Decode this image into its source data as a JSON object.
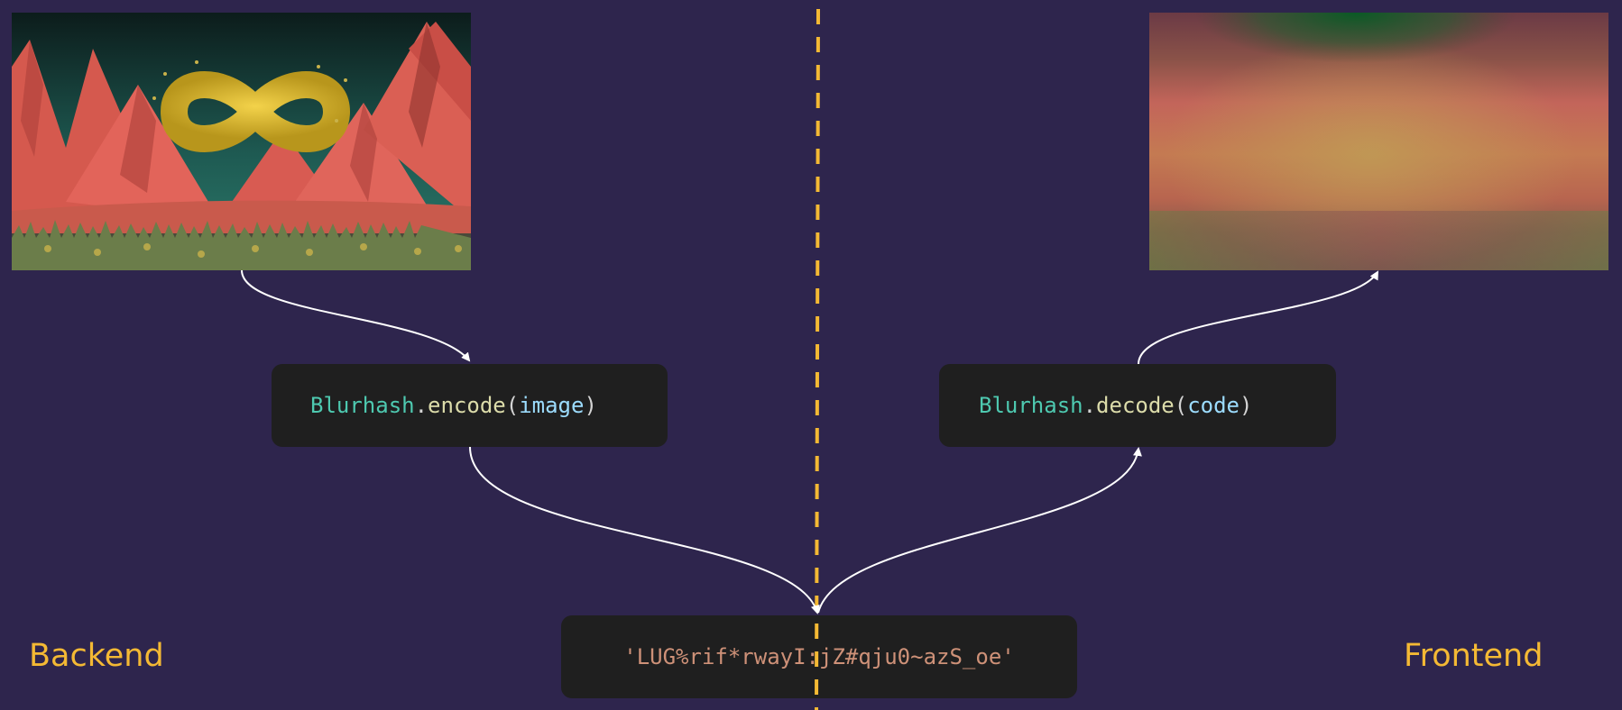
{
  "code": {
    "encode": {
      "class_name": "Blurhash",
      "dot": ".",
      "method": "encode",
      "open": "(",
      "arg": "image",
      "close": ")"
    },
    "decode": {
      "class_name": "Blurhash",
      "dot": ".",
      "method": "decode",
      "open": "(",
      "arg": "code",
      "close": ")"
    },
    "hash_string": "'LUG%rif*rwayI:jZ#qju0~azS_oe'"
  },
  "labels": {
    "backend": "Backend",
    "frontend": "Frontend"
  },
  "colors": {
    "background": "#2e254d",
    "divider": "#f4b934",
    "label": "#f4b934",
    "code_box": "#1f1f1f",
    "arrow": "#ffffff"
  },
  "icons": {
    "source_image": "mountains-infinity-illustration",
    "blurred_image": "blurred-placeholder"
  }
}
